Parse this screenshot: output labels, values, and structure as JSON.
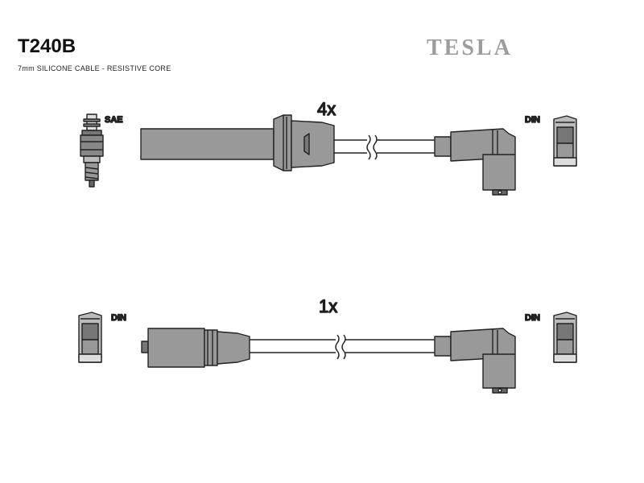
{
  "header": {
    "part_code": "T240B",
    "subtitle": "7mm SILICONE CABLE - RESISTIVE CORE",
    "brand": "TESLA"
  },
  "cable_sets": [
    {
      "quantity": "4x",
      "end_a_label": "SAE",
      "end_b_label": "DIN"
    },
    {
      "quantity": "1x",
      "end_a_label": "DIN",
      "end_b_label": "DIN"
    }
  ],
  "colors": {
    "fill": "#999999",
    "stroke": "#222222",
    "brand": "#9c9c9c"
  }
}
